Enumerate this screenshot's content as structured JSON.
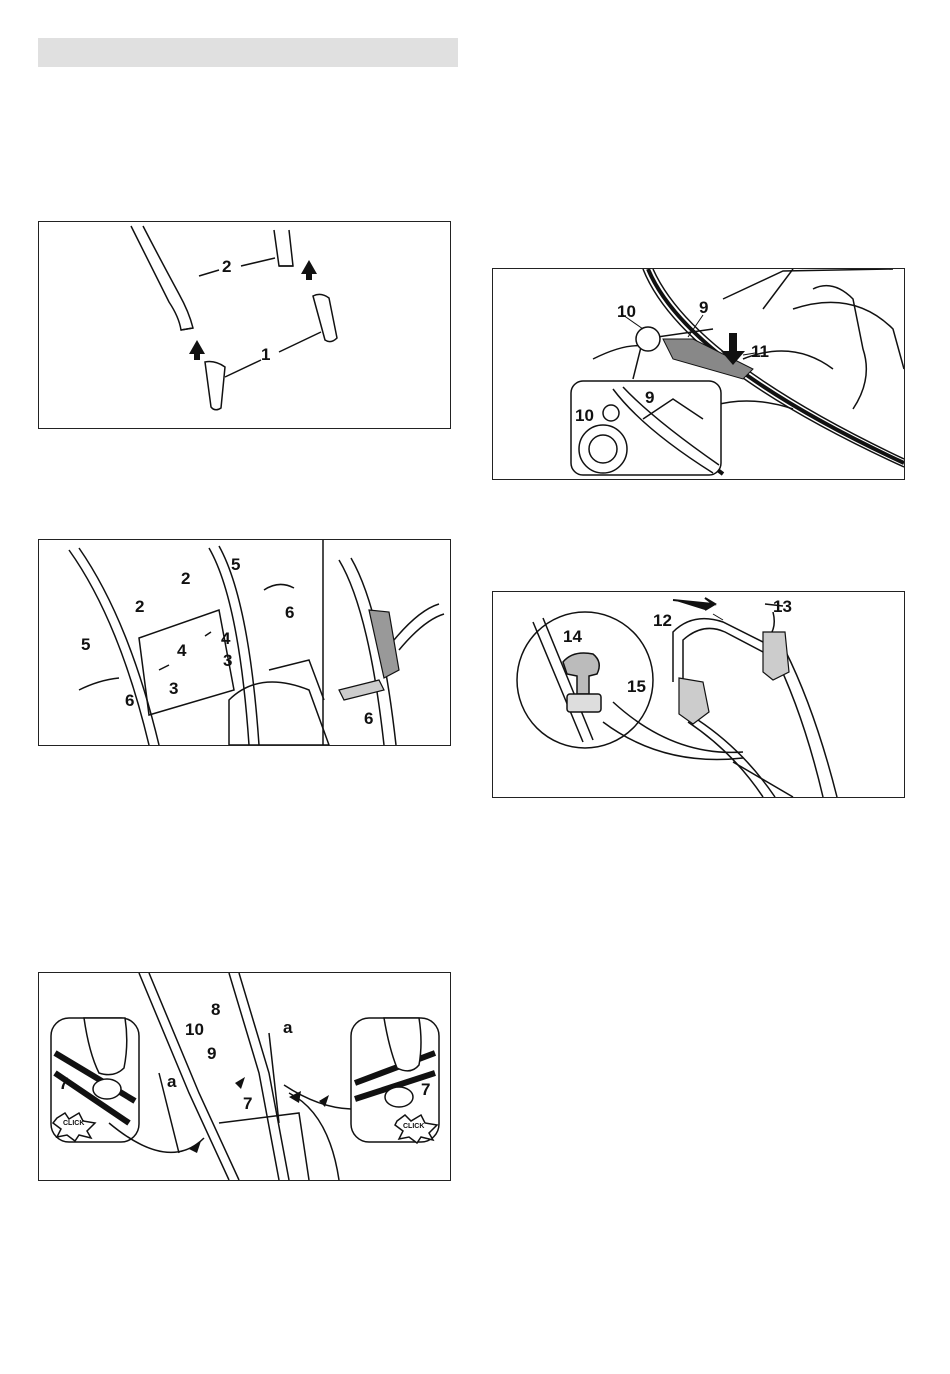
{
  "figures": {
    "fig1": {
      "labels": [
        "2",
        "1"
      ]
    },
    "fig2": {
      "labels": [
        "2",
        "2",
        "5",
        "6",
        "4",
        "4",
        "5",
        "3",
        "3",
        "6",
        "6"
      ]
    },
    "fig3": {
      "labels": [
        "8",
        "10",
        "9",
        "a",
        "a",
        "7",
        "7",
        "7"
      ],
      "click": "CLICK"
    },
    "fig4": {
      "labels": [
        "10",
        "9",
        "11",
        "10",
        "9"
      ]
    },
    "fig5": {
      "labels": [
        "13",
        "12",
        "14",
        "15"
      ]
    }
  }
}
